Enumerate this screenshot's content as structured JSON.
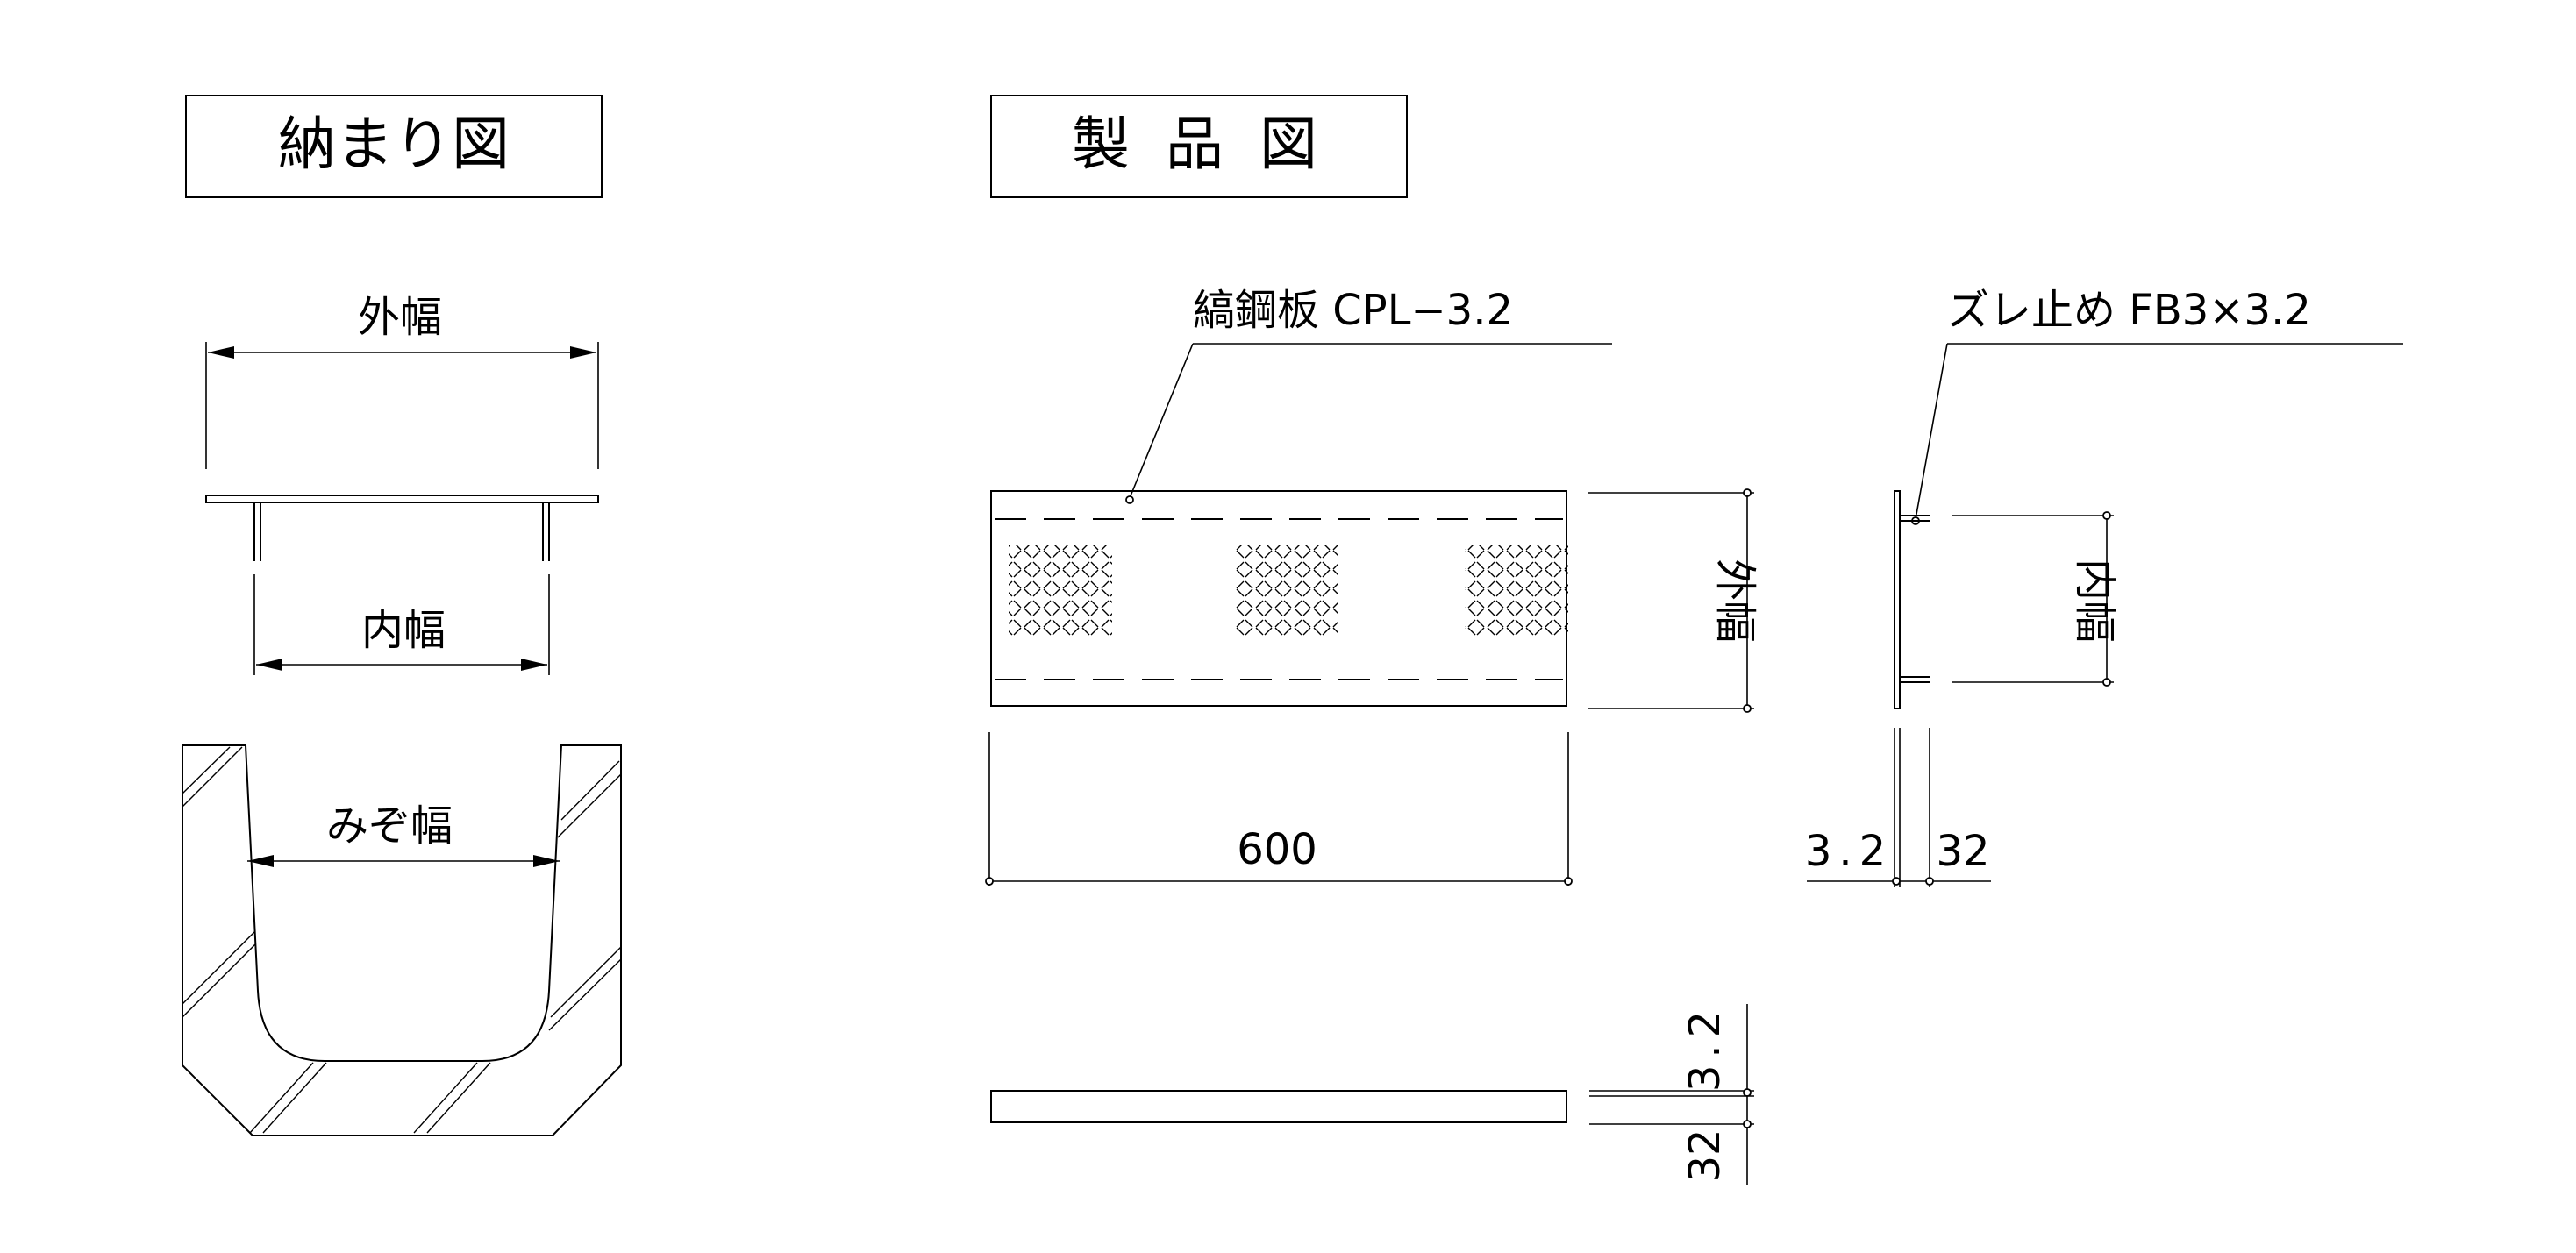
{
  "titles": {
    "installation": "納まり図",
    "product": "製 品 図"
  },
  "installation_labels": {
    "outer_width": "外幅",
    "inner_width": "内幅",
    "groove_width": "みぞ幅"
  },
  "product_labels": {
    "plate": "縞鋼板 CPL−3.2",
    "stopper": "ズレ止め FB3×3.2",
    "outer_width": "外幅",
    "inner_width": "内幅",
    "length": "600",
    "thickness_side": "3.2",
    "flange_side": "32",
    "thickness_bottom": "3.2",
    "flange_bottom": "32"
  }
}
